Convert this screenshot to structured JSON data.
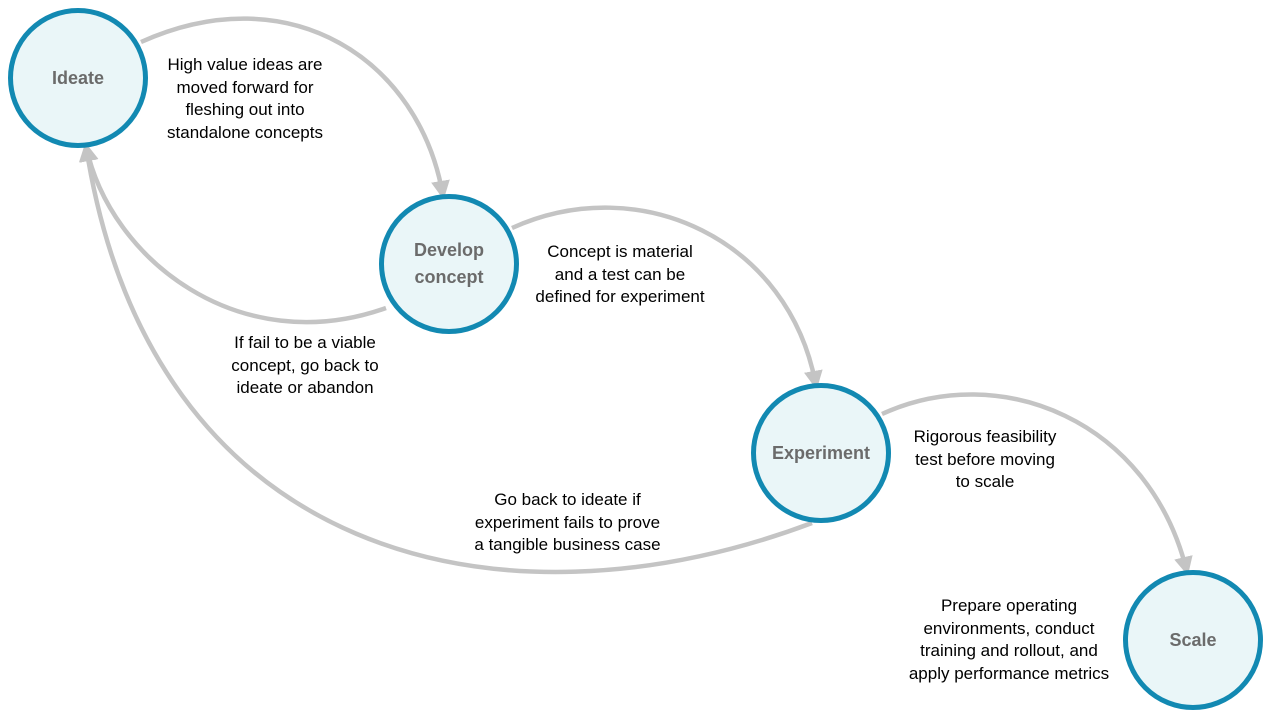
{
  "colors": {
    "node_border": "#1289b2",
    "node_fill": "#eaf6f8",
    "node_text": "#6b6b6b",
    "arrow": "#c4c4c4"
  },
  "nodes": {
    "ideate": "Ideate",
    "develop": "Develop\nconcept",
    "experiment": "Experiment",
    "scale": "Scale"
  },
  "notes": {
    "ideate_to_develop": "High value ideas are\nmoved forward for\nfleshing out into\nstandalone concepts",
    "develop_to_experiment": "Concept is material\nand a test can be\ndefined for experiment",
    "develop_back_to_ideate": "If fail to be a viable\nconcept, go back to\nideate or abandon",
    "experiment_back_to_ideate": "Go back to ideate if\nexperiment fails to prove\na tangible business case",
    "experiment_to_scale": "Rigorous feasibility\ntest before moving\nto scale",
    "scale_description": "Prepare operating\nenvironments,  conduct\ntraining and rollout, and\napply performance metrics"
  }
}
